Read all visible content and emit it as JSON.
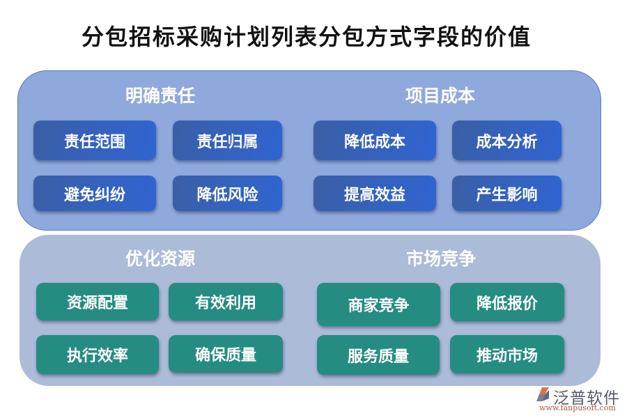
{
  "title": "分包招标采购计划列表分包方式字段的价值",
  "colors": {
    "top_panel": "#8FA9DD",
    "bottom_panel": "#ACBBD7",
    "blue_button": "#2F64D2",
    "teal_button": "#258C82",
    "text": "#FFFFFF"
  },
  "groups": [
    {
      "title": "明确责任",
      "items": [
        "责任范围",
        "责任归属",
        "避免纠纷",
        "降低风险"
      ]
    },
    {
      "title": "项目成本",
      "items": [
        "降低成本",
        "成本分析",
        "提高效益",
        "产生影响"
      ]
    },
    {
      "title": "优化资源",
      "items": [
        "资源配置",
        "有效利用",
        "执行效率",
        "确保质量"
      ]
    },
    {
      "title": "市场竞争",
      "items": [
        "商家竞争",
        "降低报价",
        "服务质量",
        "推动市场"
      ]
    }
  ],
  "watermark": "泛普软件",
  "logo": {
    "name": "泛普软件",
    "url": "www.fanpusoft.com"
  }
}
